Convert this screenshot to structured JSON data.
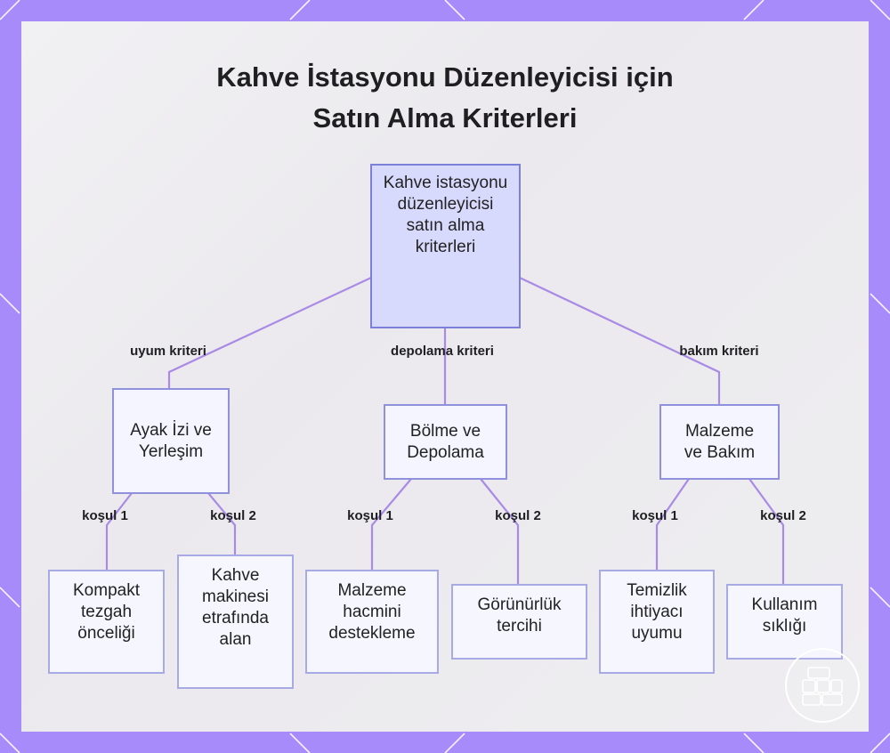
{
  "title": {
    "line1": "Kahve İstasyonu Düzenleyicisi için",
    "line2": "Satın Alma Kriterleri"
  },
  "root": {
    "text": "Kahve istasyonu düzenleyicisi satın alma kriterleri"
  },
  "branches": [
    {
      "edge_label": "uyum kriteri",
      "node": "Ayak İzi ve Yerleşim",
      "children": [
        {
          "edge_label": "koşul 1",
          "node": "Kompakt tezgah önceliği"
        },
        {
          "edge_label": "koşul 2",
          "node": "Kahve makinesi etrafında alan"
        }
      ]
    },
    {
      "edge_label": "depolama kriteri",
      "node": "Bölme ve Depolama",
      "children": [
        {
          "edge_label": "koşul 1",
          "node": "Malzeme hacmini destekleme"
        },
        {
          "edge_label": "koşul 2",
          "node": "Görünürlük tercihi"
        }
      ]
    },
    {
      "edge_label": "bakım kriteri",
      "node": "Malzeme ve Bakım",
      "children": [
        {
          "edge_label": "koşul 1",
          "node": "Temizlik ihtiyacı uyumu"
        },
        {
          "edge_label": "koşul 2",
          "node": "Kullanım sıklığı"
        }
      ]
    }
  ],
  "colors": {
    "border_accent": "#a78bfa",
    "edge": "#a98be6",
    "root_fill": "#d8dafd",
    "node_border": "#8f91dd"
  }
}
